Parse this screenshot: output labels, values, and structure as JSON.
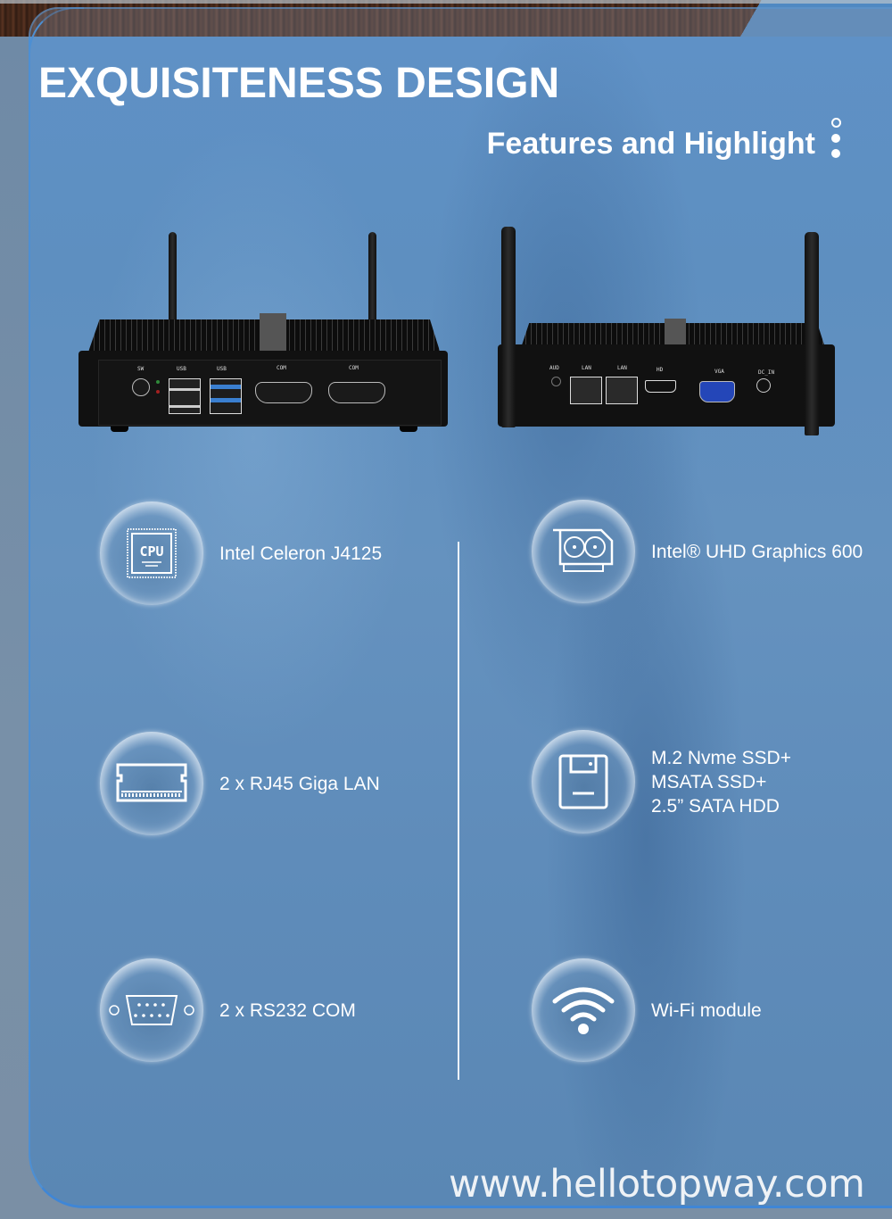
{
  "header": {
    "title": "EXQUISITENESS DESIGN",
    "subtitle": "Features and Highlight"
  },
  "devices": {
    "front": {
      "ports": [
        "SW",
        "USB",
        "USB",
        "COM",
        "COM"
      ]
    },
    "back": {
      "ports": [
        "AUD",
        "LAN",
        "LAN",
        "HD",
        "VGA",
        "DC_IN"
      ]
    }
  },
  "features": [
    {
      "icon": "cpu-icon",
      "label": "Intel Celeron J4125"
    },
    {
      "icon": "graphics-card-icon",
      "label": "Intel® UHD Graphics 600"
    },
    {
      "icon": "memory-module-icon",
      "label": "2 x RJ45 Giga LAN"
    },
    {
      "icon": "storage-disk-icon",
      "label": "M.2 Nvme SSD+\nMSATA SSD+\n2.5” SATA HDD"
    },
    {
      "icon": "serial-port-icon",
      "label": "2 x RS232 COM"
    },
    {
      "icon": "wifi-icon",
      "label": "Wi-Fi module"
    }
  ],
  "footer": {
    "url": "www.hellotopway.com"
  },
  "colors": {
    "panel_blue": "#5f8fbf",
    "accent_border": "#3f86d6",
    "text": "#ffffff"
  }
}
